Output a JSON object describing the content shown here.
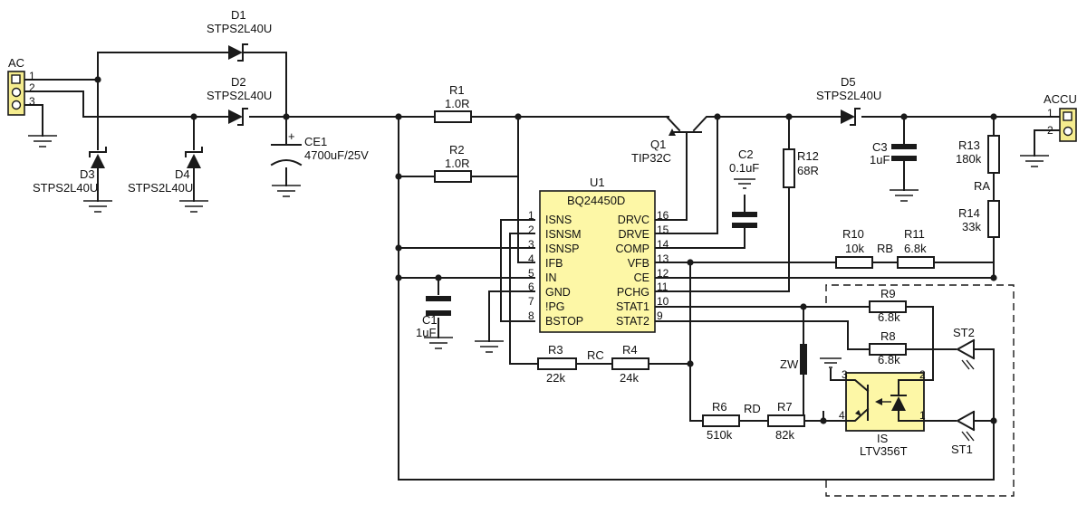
{
  "connectors": {
    "ac": {
      "label": "AC",
      "pins": [
        "1",
        "2",
        "3"
      ]
    },
    "accu": {
      "label": "ACCU",
      "pins": [
        "1",
        "2"
      ]
    }
  },
  "diodes": {
    "d1": {
      "ref": "D1",
      "part": "STPS2L40U"
    },
    "d2": {
      "ref": "D2",
      "part": "STPS2L40U"
    },
    "d3": {
      "ref": "D3",
      "part": "STPS2L40U"
    },
    "d4": {
      "ref": "D4",
      "part": "STPS2L40U"
    },
    "d5": {
      "ref": "D5",
      "part": "STPS2L40U"
    }
  },
  "capacitors": {
    "ce1": {
      "ref": "CE1",
      "value": "4700uF/25V",
      "polarity": "+"
    },
    "c1": {
      "ref": "C1",
      "value": "1uF"
    },
    "c2": {
      "ref": "C2",
      "value": "0.1uF"
    },
    "c3": {
      "ref": "C3",
      "value": "1uF"
    }
  },
  "resistors": {
    "r1": {
      "ref": "R1",
      "value": "1.0R"
    },
    "r2": {
      "ref": "R2",
      "value": "1.0R"
    },
    "r3": {
      "ref": "R3",
      "value": "22k"
    },
    "r4": {
      "ref": "R4",
      "value": "24k"
    },
    "r6": {
      "ref": "R6",
      "value": "510k"
    },
    "r7": {
      "ref": "R7",
      "value": "82k"
    },
    "r8": {
      "ref": "R8",
      "value": "6.8k"
    },
    "r9": {
      "ref": "R9",
      "value": "6.8k"
    },
    "r10": {
      "ref": "R10",
      "value": "10k"
    },
    "r11": {
      "ref": "R11",
      "value": "6.8k"
    },
    "r12": {
      "ref": "R12",
      "value": "68R"
    },
    "r13": {
      "ref": "R13",
      "value": "180k"
    },
    "r14": {
      "ref": "R14",
      "value": "33k"
    }
  },
  "groups": {
    "ra": "RA",
    "rb": "RB",
    "rc": "RC",
    "rd": "RD"
  },
  "transistor": {
    "ref": "Q1",
    "part": "TIP32C"
  },
  "zener": {
    "ref": "ZW"
  },
  "leds": {
    "st1": "ST1",
    "st2": "ST2"
  },
  "optocoupler": {
    "ref": "IS",
    "part": "LTV356T",
    "pins": [
      "3",
      "4",
      "2",
      "1"
    ]
  },
  "ic": {
    "ref": "U1",
    "part": "BQ24450D",
    "left_pins": [
      {
        "num": "1",
        "name": "ISNS"
      },
      {
        "num": "2",
        "name": "ISNSM"
      },
      {
        "num": "3",
        "name": "ISNSP"
      },
      {
        "num": "4",
        "name": "IFB"
      },
      {
        "num": "5",
        "name": "IN"
      },
      {
        "num": "6",
        "name": "GND"
      },
      {
        "num": "7",
        "name": "!PG"
      },
      {
        "num": "8",
        "name": "BSTOP"
      }
    ],
    "right_pins": [
      {
        "num": "16",
        "name": "DRVC"
      },
      {
        "num": "15",
        "name": "DRVE"
      },
      {
        "num": "14",
        "name": "COMP"
      },
      {
        "num": "13",
        "name": "VFB"
      },
      {
        "num": "12",
        "name": "CE"
      },
      {
        "num": "11",
        "name": "PCHG"
      },
      {
        "num": "10",
        "name": "STAT1"
      },
      {
        "num": "9",
        "name": "STAT2"
      }
    ]
  },
  "colors": {
    "ic_fill": "#fdf7a6",
    "connector_fill": "#f5ec8e",
    "wire": "#1a1a1a"
  }
}
